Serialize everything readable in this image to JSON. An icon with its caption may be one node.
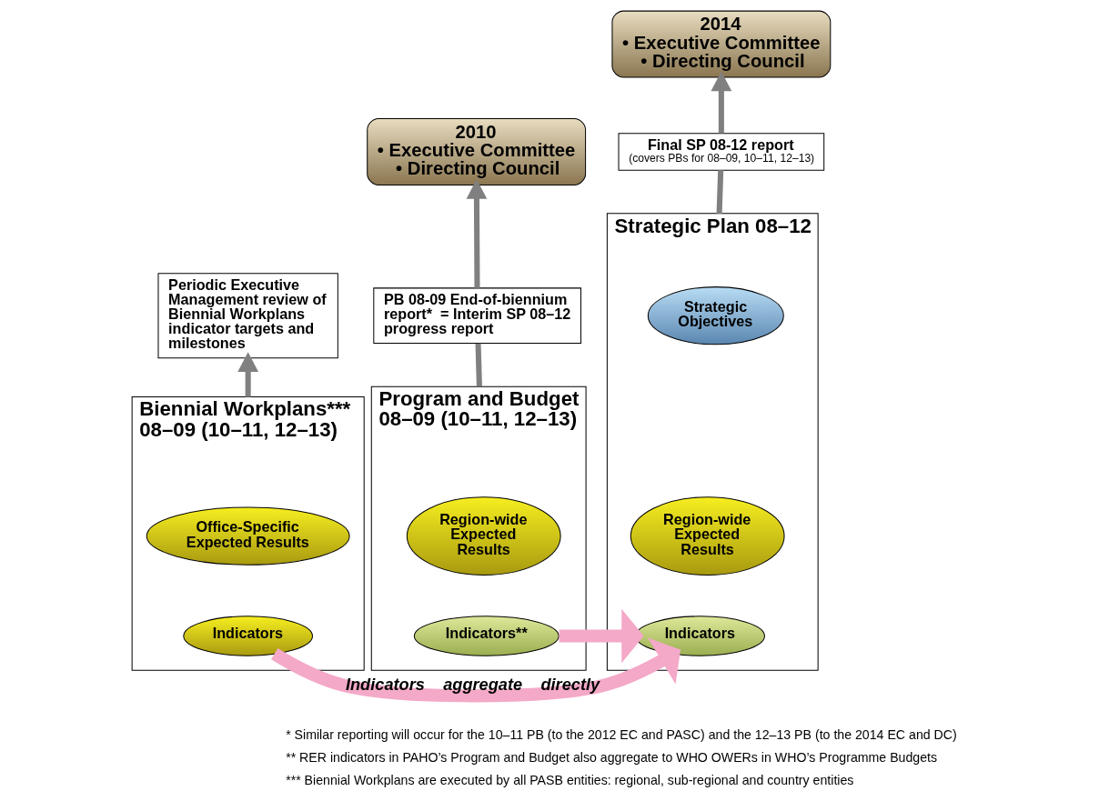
{
  "diagram": {
    "nodes": [
      {
        "text": [
          "2010",
          "• Executive Committee",
          "• Directing Council"
        ]
      },
      {
        "text": [
          "2014",
          "• Executive Committee",
          "• Directing Council"
        ]
      },
      {
        "text": [
          "Periodic Executive Management review of Biennial Workplans indicator targets and milestones"
        ]
      },
      {
        "text": [
          "PB 08-09 End-of-biennium report*  = Interim SP 08–12 progress report"
        ]
      },
      {
        "text": [
          "Final SP 08-12 report",
          "(covers PBs for 08–09, 10–11, 12–13)"
        ]
      },
      {
        "text": [
          "Biennial Workplans*** 08–09 (10–11, 12–13)"
        ]
      },
      {
        "text": [
          "Office-Specific Expected Results"
        ],
        "in": 5
      },
      {
        "text": [
          "Indicators"
        ],
        "in": 5
      },
      {
        "text": [
          "Program and Budget 08–09 (10–11, 12–13)"
        ]
      },
      {
        "text": [
          "Region-wide Expected Results"
        ],
        "in": 8
      },
      {
        "text": [
          "Indicators**"
        ],
        "in": 8
      },
      {
        "text": [
          "Strategic Plan 08–12"
        ]
      },
      {
        "text": [
          "Strategic Objectives"
        ],
        "in": 11
      },
      {
        "text": [
          "Region-wide Expected Results"
        ],
        "in": 11
      },
      {
        "text": [
          "Indicators"
        ],
        "in": 11
      }
    ],
    "edges": [
      {
        "from": 5,
        "to": 2,
        "arrow": "to"
      },
      {
        "from": 8,
        "to": 3,
        "arrow": "none"
      },
      {
        "from": 3,
        "to": 0,
        "arrow": "to"
      },
      {
        "from": 11,
        "to": 4,
        "arrow": "none"
      },
      {
        "from": 4,
        "to": 1,
        "arrow": "to"
      },
      {
        "from": 7,
        "to": 14,
        "arrow": "to",
        "label": "Indicators    aggregate    directly",
        "style": "thick",
        "color": "#f4a9c8"
      },
      {
        "from": 10,
        "to": 14,
        "arrow": "to",
        "style": "thick",
        "color": "#f4a9c8"
      }
    ],
    "labels": [
      "* Similar reporting will occur for the 10–11 PB (to the 2012 EC and PASC) and the 12–13 PB (to the 2014 EC and DC)",
      "** RER indicators in PAHO’s Program and Budget also aggregate to WHO OWERs in WHO’s Programme Budgets",
      "*** Biennial Workplans are executed by all PASB entities: regional, sub-regional and country entities"
    ]
  }
}
